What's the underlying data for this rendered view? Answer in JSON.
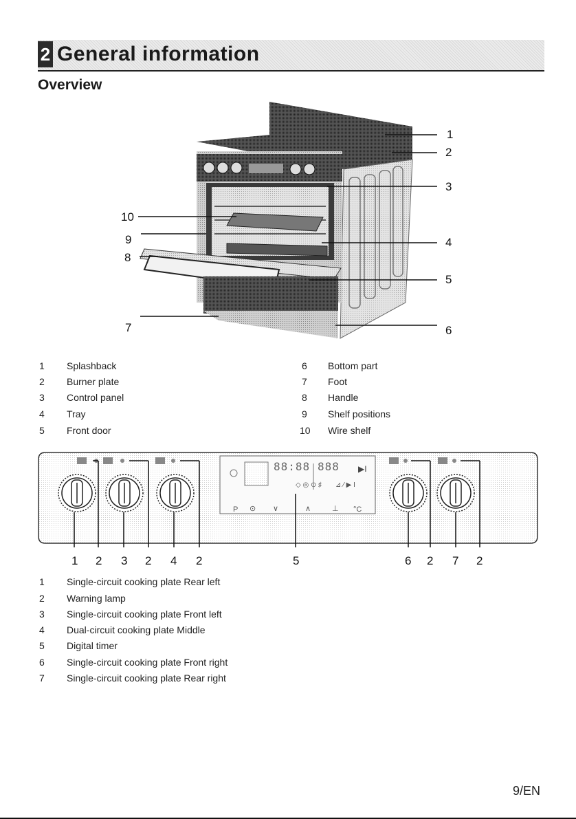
{
  "header": {
    "chapter_number": "2",
    "chapter_title": "General information"
  },
  "section": {
    "title": "Overview"
  },
  "overview_callouts": [
    "1",
    "2",
    "3",
    "4",
    "5",
    "6",
    "7",
    "8",
    "9",
    "10"
  ],
  "overview_legend": [
    {
      "num": "1",
      "label": "Splashback"
    },
    {
      "num": "2",
      "label": "Burner plate"
    },
    {
      "num": "3",
      "label": "Control panel"
    },
    {
      "num": "4",
      "label": "Tray"
    },
    {
      "num": "5",
      "label": "Front door"
    },
    {
      "num": "6",
      "label": "Bottom part"
    },
    {
      "num": "7",
      "label": "Foot"
    },
    {
      "num": "8",
      "label": "Handle"
    },
    {
      "num": "9",
      "label": "Shelf positions"
    },
    {
      "num": "10",
      "label": "Wire shelf"
    }
  ],
  "panel_callouts": [
    "1",
    "2",
    "3",
    "2",
    "4",
    "2",
    "5",
    "6",
    "2",
    "7",
    "2"
  ],
  "display": {
    "digits_left": "88:88",
    "digits_right": "888",
    "unit": "°C",
    "prog": "P"
  },
  "panel_legend": [
    {
      "num": "1",
      "label": "Single-circuit cooking plate Rear left"
    },
    {
      "num": "2",
      "label": "Warning lamp"
    },
    {
      "num": "3",
      "label": "Single-circuit cooking plate Front left"
    },
    {
      "num": "4",
      "label": "Dual-circuit cooking plate Middle"
    },
    {
      "num": "5",
      "label": "Digital timer"
    },
    {
      "num": "6",
      "label": "Single-circuit cooking plate Front right"
    },
    {
      "num": "7",
      "label": "Single-circuit cooking plate Rear right"
    }
  ],
  "page": {
    "number": "9/EN"
  }
}
